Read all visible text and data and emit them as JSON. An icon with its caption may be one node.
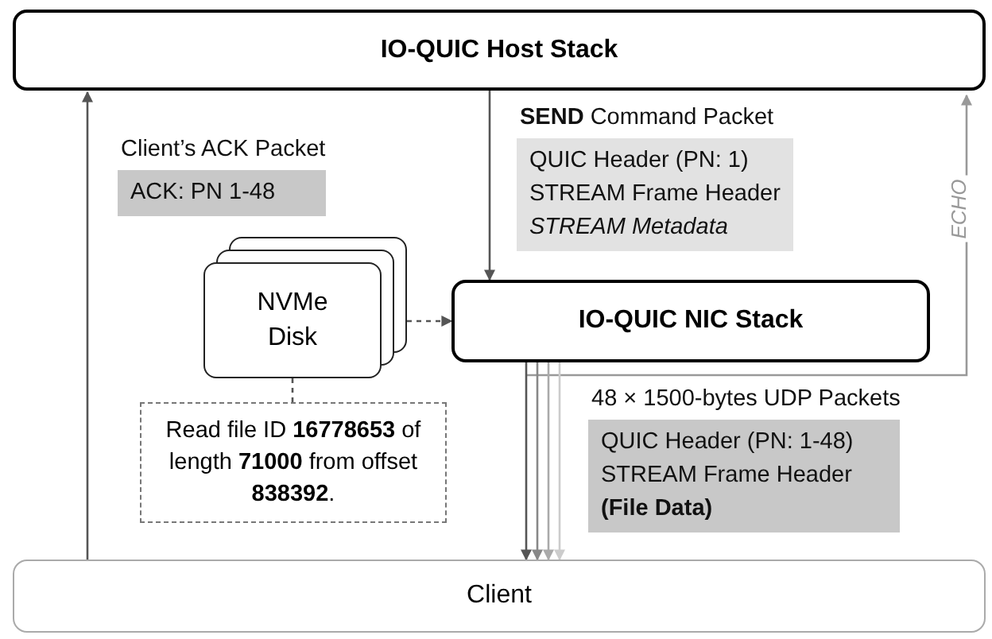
{
  "diagram": {
    "nodes": [
      {
        "text": [
          "IO-QUIC Host Stack"
        ]
      },
      {
        "text": [
          "Client’s ACK Packet",
          "ACK: PN 1-48"
        ]
      },
      {
        "text": [
          "**SEND** Command Packet",
          "QUIC Header (PN: 1)",
          "STREAM Frame Header",
          "*STREAM Metadata*"
        ]
      },
      {
        "text": [
          "NVMe Disk"
        ]
      },
      {
        "text": [
          "IO-QUIC NIC Stack"
        ]
      },
      {
        "text": [
          "Read file ID **16778653** of length **71000** from offset **838392**."
        ]
      },
      {
        "text": [
          "48 × 1500-bytes UDP Packets",
          "QUIC Header (PN: 1-48)",
          "STREAM Frame Header",
          "**(File Data)**"
        ]
      },
      {
        "text": [
          "Client"
        ]
      }
    ],
    "edges": [
      {
        "from": 7,
        "to": 0,
        "arrow": "to"
      },
      {
        "from": 0,
        "to": 4,
        "arrow": "to"
      },
      {
        "from": 4,
        "to": 0,
        "arrow": "to",
        "label": "ECHO",
        "color": "#999999"
      },
      {
        "from": 3,
        "to": 4,
        "arrow": "to",
        "style": "dashed"
      },
      {
        "from": 3,
        "to": 5,
        "arrow": "none",
        "style": "dashed"
      },
      {
        "from": 4,
        "to": 7,
        "arrow": "to"
      },
      {
        "from": 4,
        "to": 7,
        "arrow": "to",
        "color": "#888888"
      },
      {
        "from": 4,
        "to": 7,
        "arrow": "to",
        "color": "#aaaaaa"
      },
      {
        "from": 4,
        "to": 7,
        "arrow": "to",
        "color": "#cccccc"
      }
    ]
  }
}
